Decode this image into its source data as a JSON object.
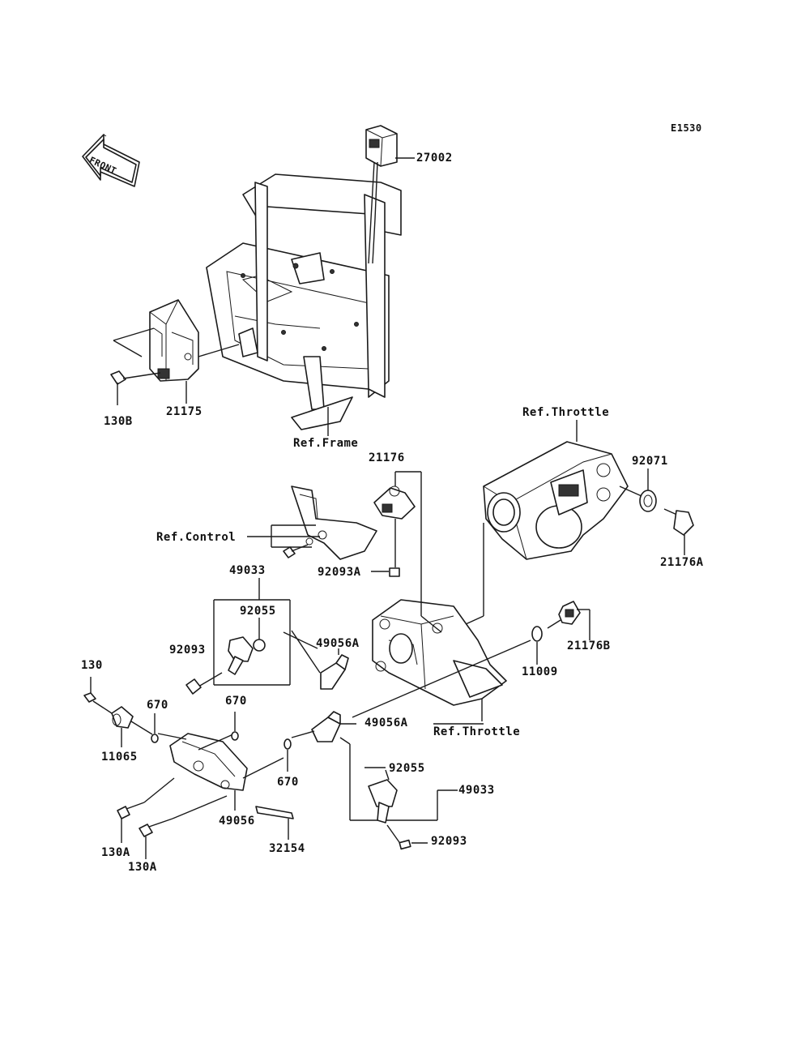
{
  "diagram_code": "E1530",
  "front_arrow_label": "FRONT",
  "callouts": {
    "p27002": "27002",
    "p21175": "21175",
    "p130B": "130B",
    "ref_frame": "Ref.Frame",
    "ref_throttle_top": "Ref.Throttle",
    "p92071": "92071",
    "p21176A": "21176A",
    "p21176": "21176",
    "ref_control": "Ref.Control",
    "p92093A": "92093A",
    "p49033_top": "49033",
    "p92055_top": "92055",
    "p92093_left": "92093",
    "p49056A_top": "49056A",
    "p21176B": "21176B",
    "p11009": "11009",
    "p130": "130",
    "p670_a": "670",
    "p670_b": "670",
    "p11065": "11065",
    "p49056A_mid": "49056A",
    "ref_throttle_bottom": "Ref.Throttle",
    "p92055_bottom": "92055",
    "p49033_bottom": "49033",
    "p670_c": "670",
    "p130A_a": "130A",
    "p49056": "49056",
    "p32154": "32154",
    "p130A_b": "130A",
    "p92093_bottom": "92093"
  }
}
